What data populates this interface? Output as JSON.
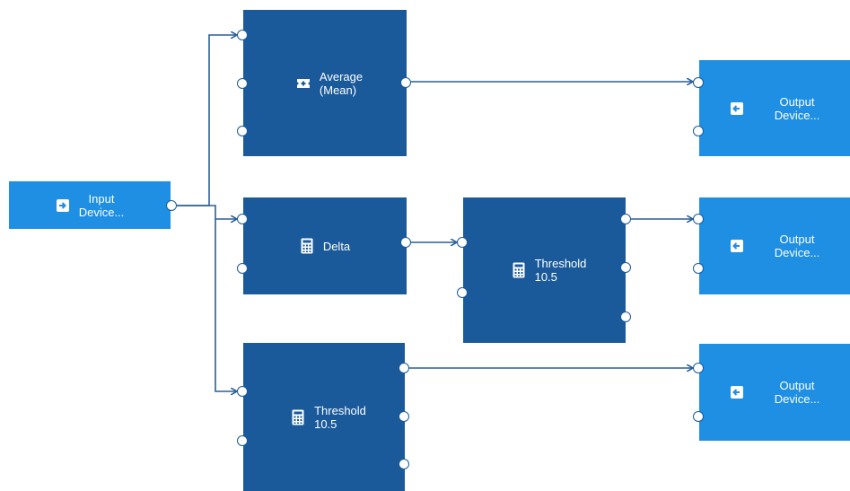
{
  "nodes": {
    "input_device": {
      "line1": "Input",
      "line2": "Device...",
      "icon": "sign-in-icon"
    },
    "average": {
      "line1": "Average",
      "line2": "(Mean)",
      "icon": "plus-box-icon"
    },
    "delta": {
      "line1": "Delta",
      "icon": "calculator-icon"
    },
    "threshold_mid": {
      "line1": "Threshold",
      "line2": "10.5",
      "icon": "calculator-icon"
    },
    "threshold_bottom": {
      "line1": "Threshold",
      "line2": "10.5",
      "icon": "calculator-icon"
    },
    "output_1": {
      "line1": "Output",
      "line2": "Device...",
      "icon": "sign-out-icon"
    },
    "output_2": {
      "line1": "Output",
      "line2": "Device...",
      "icon": "sign-out-icon"
    },
    "output_3": {
      "line1": "Output",
      "line2": "Device...",
      "icon": "sign-out-icon"
    }
  },
  "colors": {
    "dark_node": "#1a5a9b",
    "light_node": "#1e8fe3",
    "wire": "#2a5f94",
    "port": "#ffffff"
  }
}
